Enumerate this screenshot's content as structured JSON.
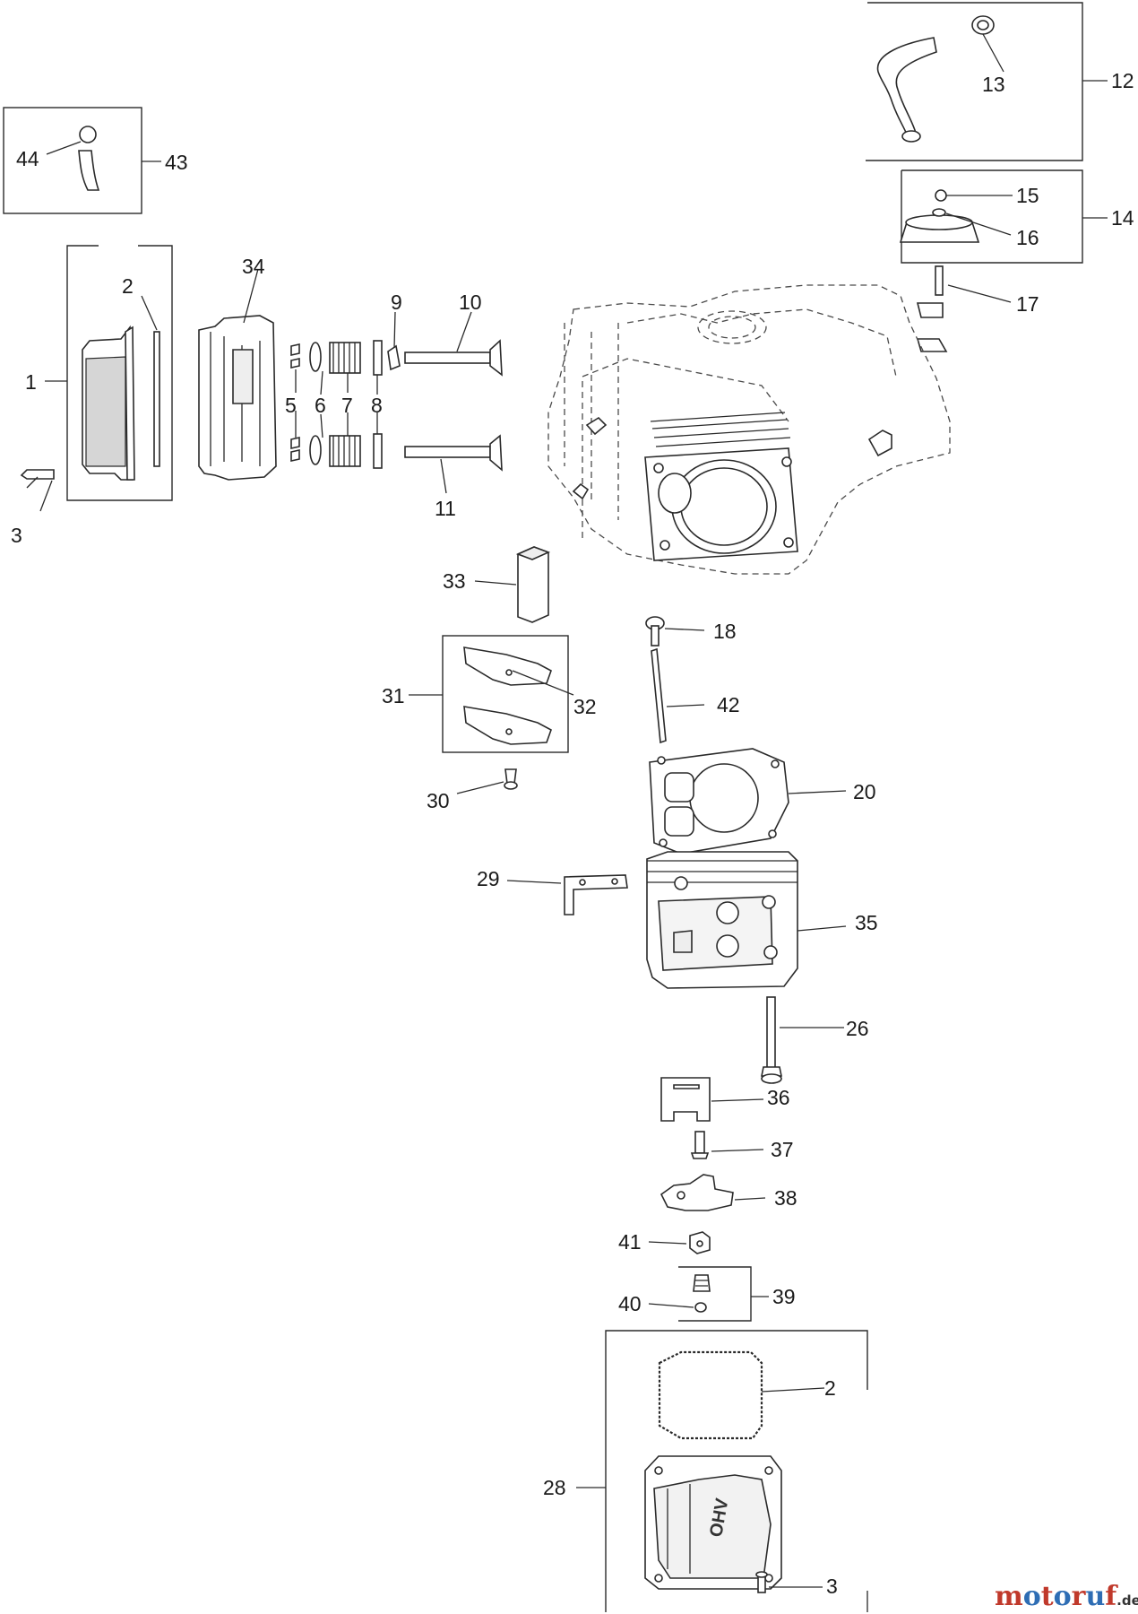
{
  "diagram": {
    "callouts": [
      {
        "id": "c1",
        "text": "1"
      },
      {
        "id": "c2a",
        "text": "2"
      },
      {
        "id": "c2b",
        "text": "2"
      },
      {
        "id": "c3a",
        "text": "3"
      },
      {
        "id": "c3b",
        "text": "3"
      },
      {
        "id": "c5",
        "text": "5"
      },
      {
        "id": "c6",
        "text": "6"
      },
      {
        "id": "c7",
        "text": "7"
      },
      {
        "id": "c8",
        "text": "8"
      },
      {
        "id": "c9",
        "text": "9"
      },
      {
        "id": "c10",
        "text": "10"
      },
      {
        "id": "c11",
        "text": "11"
      },
      {
        "id": "c12",
        "text": "12"
      },
      {
        "id": "c13",
        "text": "13"
      },
      {
        "id": "c14",
        "text": "14"
      },
      {
        "id": "c15",
        "text": "15"
      },
      {
        "id": "c16",
        "text": "16"
      },
      {
        "id": "c17",
        "text": "17"
      },
      {
        "id": "c18",
        "text": "18"
      },
      {
        "id": "c20",
        "text": "20"
      },
      {
        "id": "c26",
        "text": "26"
      },
      {
        "id": "c28",
        "text": "28"
      },
      {
        "id": "c29",
        "text": "29"
      },
      {
        "id": "c30",
        "text": "30"
      },
      {
        "id": "c31",
        "text": "31"
      },
      {
        "id": "c32",
        "text": "32"
      },
      {
        "id": "c33",
        "text": "33"
      },
      {
        "id": "c34",
        "text": "34"
      },
      {
        "id": "c35",
        "text": "35"
      },
      {
        "id": "c36",
        "text": "36"
      },
      {
        "id": "c37",
        "text": "37"
      },
      {
        "id": "c38",
        "text": "38"
      },
      {
        "id": "c39",
        "text": "39"
      },
      {
        "id": "c40",
        "text": "40"
      },
      {
        "id": "c41",
        "text": "41"
      },
      {
        "id": "c42",
        "text": "42"
      },
      {
        "id": "c43",
        "text": "43"
      },
      {
        "id": "c44",
        "text": "44"
      }
    ],
    "cover_lettering": "OHV"
  },
  "watermark": {
    "brand_letters": [
      "m",
      "o",
      "t",
      "o",
      "r",
      "u",
      "f"
    ],
    "brand_colors": [
      "#c0392b",
      "#2e6db4",
      "#c0392b",
      "#2e6db4",
      "#c0392b",
      "#2e6db4",
      "#c0392b"
    ],
    "suffix": ".de"
  }
}
